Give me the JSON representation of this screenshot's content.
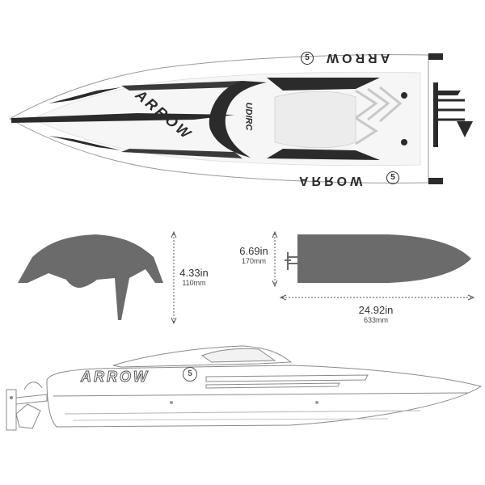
{
  "product": {
    "brand_mark": "UDIRC",
    "model_name": "ARROW",
    "model_number": "5",
    "hull_color": "#ffffff",
    "accent_color": "#2b2b2b",
    "silhouette_color": "#6b6b6b"
  },
  "dimensions": {
    "height": {
      "inches": "4.33in",
      "mm": "110mm"
    },
    "width": {
      "inches": "6.69in",
      "mm": "170mm"
    },
    "length": {
      "inches": "24.92in",
      "mm": "633mm"
    }
  }
}
